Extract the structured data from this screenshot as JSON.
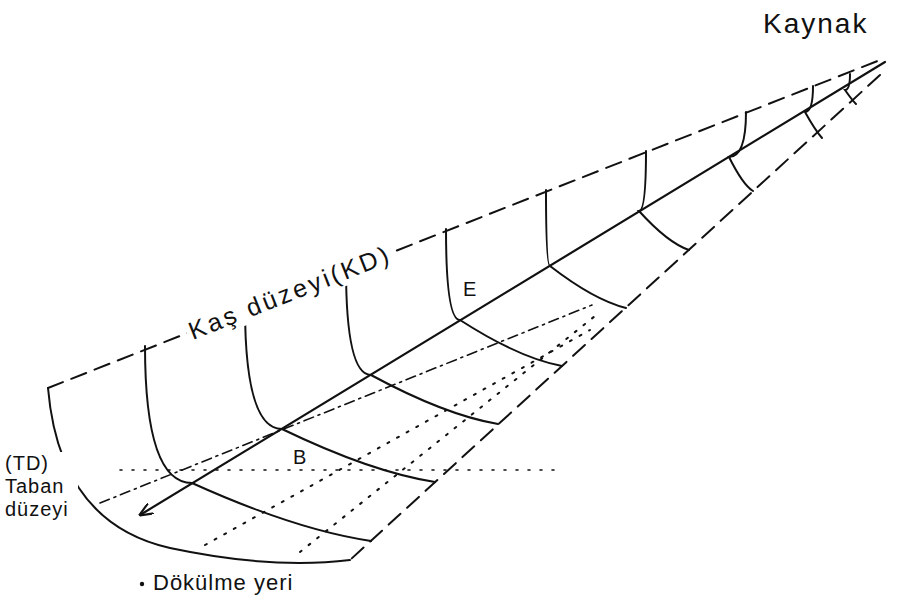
{
  "diagram": {
    "labels": [
      "Kaynak",
      "Kaş düzeyi(KD)",
      "E",
      "B",
      "(TD) Taban düzeyi",
      "Dökülme yeri"
    ]
  }
}
